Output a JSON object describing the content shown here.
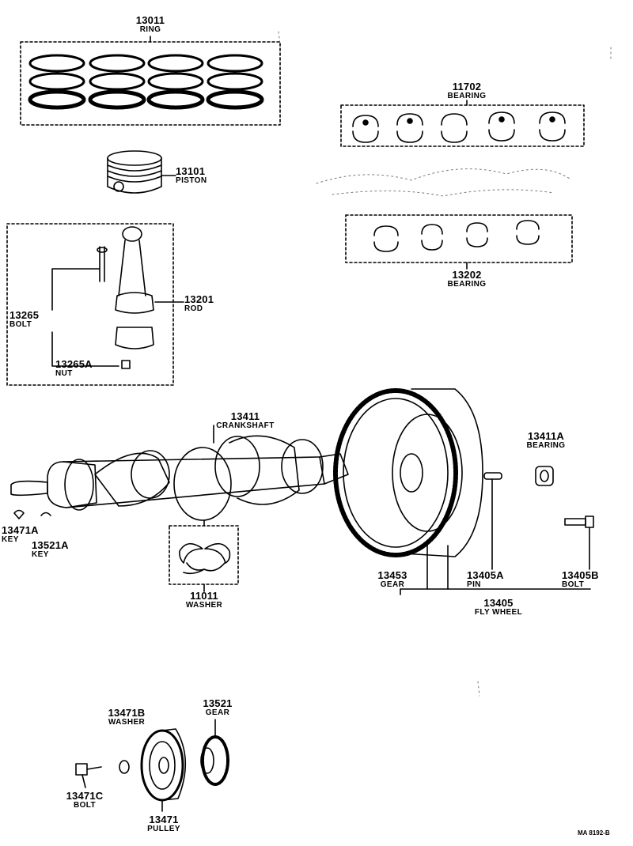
{
  "diagram_code": "MA 8192-B",
  "parts": {
    "ring": {
      "number": "13011",
      "name": "RING"
    },
    "bearing_main": {
      "number": "11702",
      "name": "BEARING"
    },
    "piston": {
      "number": "13101",
      "name": "PISTON"
    },
    "bearing_rod": {
      "number": "13202",
      "name": "BEARING"
    },
    "rod": {
      "number": "13201",
      "name": "ROD"
    },
    "rod_bolt": {
      "number": "13265",
      "name": "BOLT"
    },
    "rod_nut": {
      "number": "13265A",
      "name": "NUT"
    },
    "crankshaft": {
      "number": "13411",
      "name": "CRANKSHAFT"
    },
    "pilot_bearing": {
      "number": "13411A",
      "name": "BEARING"
    },
    "key_a": {
      "number": "13471A",
      "name": "KEY"
    },
    "key_b": {
      "number": "13521A",
      "name": "KEY"
    },
    "thrust_washer": {
      "number": "11011",
      "name": "WASHER"
    },
    "ring_gear": {
      "number": "13453",
      "name": "GEAR"
    },
    "fw_pin": {
      "number": "13405A",
      "name": "PIN"
    },
    "fw_bolt": {
      "number": "13405B",
      "name": "BOLT"
    },
    "flywheel": {
      "number": "13405",
      "name": "FLY WHEEL"
    },
    "pulley_washer": {
      "number": "13471B",
      "name": "WASHER"
    },
    "timing_gear": {
      "number": "13521",
      "name": "GEAR"
    },
    "pulley_bolt": {
      "number": "13471C",
      "name": "BOLT"
    },
    "pulley": {
      "number": "13471",
      "name": "PULLEY"
    }
  }
}
